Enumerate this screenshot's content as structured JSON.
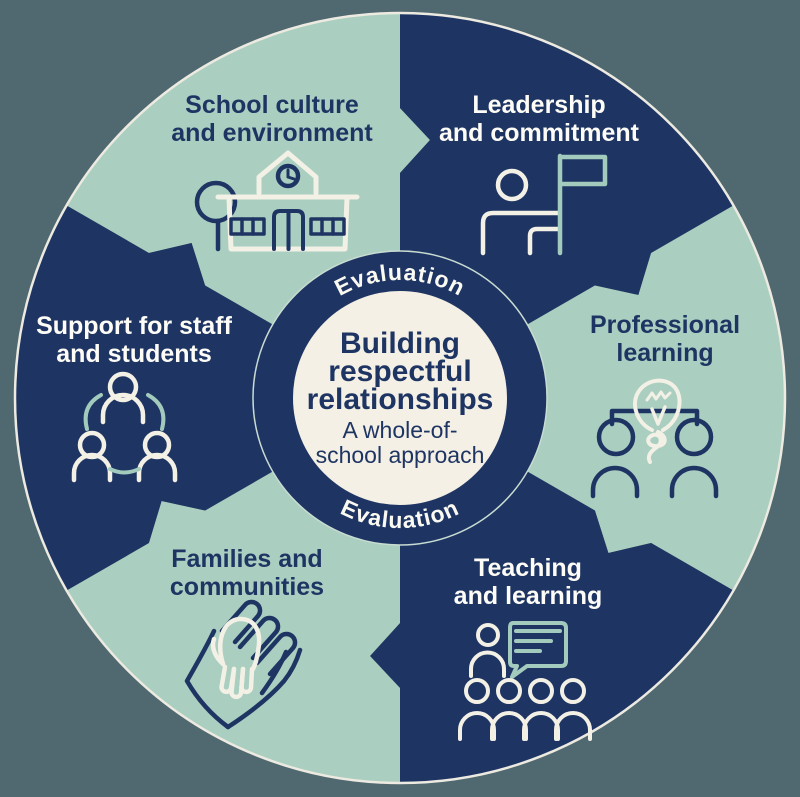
{
  "diagram": {
    "center": {
      "title_line1": "Building",
      "title_line2": "respectful",
      "title_line3": "relationships",
      "subtitle_line1": "A whole-of-",
      "subtitle_line2": "school approach"
    },
    "ring": {
      "top_label": "Evaluation",
      "bottom_label": "Evaluation"
    },
    "segments": [
      {
        "name": "school-culture-and-environment",
        "label_line1": "School culture",
        "label_line2": "and environment",
        "fill": "teal",
        "icon": "school-building-icon"
      },
      {
        "name": "leadership-and-commitment",
        "label_line1": "Leadership",
        "label_line2": "and commitment",
        "fill": "navy",
        "icon": "person-with-flag-icon"
      },
      {
        "name": "professional-learning",
        "label_line1": "Professional",
        "label_line2": "learning",
        "fill": "teal",
        "icon": "two-people-lightbulb-icon"
      },
      {
        "name": "teaching-and-learning",
        "label_line1": "Teaching",
        "label_line2": "and learning",
        "fill": "navy",
        "icon": "teacher-class-speech-bubble-icon"
      },
      {
        "name": "families-and-communities",
        "label_line1": "Families and",
        "label_line2": "communities",
        "fill": "teal",
        "icon": "holding-hands-icon"
      },
      {
        "name": "support-for-staff-and-students",
        "label_line1": "Support for staff",
        "label_line2": "and students",
        "fill": "navy",
        "icon": "three-people-circle-icon"
      }
    ],
    "colors": {
      "navy": "#1e3563",
      "teal": "#aacec0",
      "background": "#50686f",
      "cream": "#f4f0e5",
      "icon_cream": "#f3f0e6",
      "icon_teal": "#a3cbbd"
    }
  }
}
